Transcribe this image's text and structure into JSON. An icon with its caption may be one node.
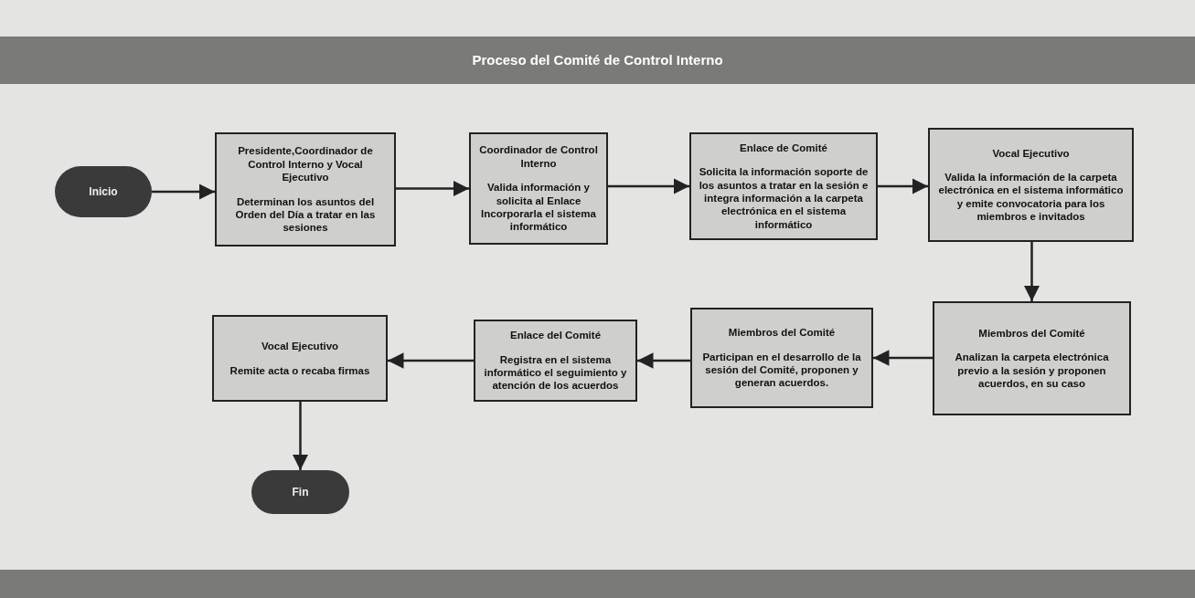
{
  "diagram": {
    "title": "Proceso del Comité de Control Interno",
    "nodes": [
      {
        "text": [
          "Inicio"
        ]
      },
      {
        "text": [
          "Presidente,Coordinador de Control Interno y Vocal Ejecutivo",
          "Determinan los asuntos del Orden del Día a tratar en las sesiones"
        ]
      },
      {
        "text": [
          "Coordinador de Control Interno",
          "Valida información y solicita al Enlace Incorporarla el sistema informático"
        ]
      },
      {
        "text": [
          "Enlace de Comité",
          "Solicita la información soporte de los asuntos a tratar en la sesión e integra información a la carpeta electrónica en el sistema informático"
        ]
      },
      {
        "text": [
          "Vocal Ejecutivo",
          "Valida la información de la carpeta electrónica en el sistema informático y emite convocatoria para los miembros e invitados"
        ]
      },
      {
        "text": [
          "Miembros del Comité",
          "Analizan la carpeta electrónica previo a la sesión y proponen acuerdos, en su caso"
        ]
      },
      {
        "text": [
          "Miembros del Comité",
          "Participan en el desarrollo de la sesión del Comité, proponen y generan acuerdos."
        ]
      },
      {
        "text": [
          "Enlace del Comité",
          "Registra en el sistema informático el seguimiento y atención de los acuerdos"
        ]
      },
      {
        "text": [
          "Vocal Ejecutivo",
          "Remite acta o recaba firmas"
        ]
      },
      {
        "text": [
          "Fin"
        ]
      }
    ],
    "edges": [
      {
        "from": 0,
        "to": 1,
        "arrow": "to"
      },
      {
        "from": 1,
        "to": 2,
        "arrow": "to"
      },
      {
        "from": 2,
        "to": 3,
        "arrow": "to"
      },
      {
        "from": 3,
        "to": 4,
        "arrow": "to"
      },
      {
        "from": 4,
        "to": 5,
        "arrow": "to"
      },
      {
        "from": 5,
        "to": 6,
        "arrow": "to"
      },
      {
        "from": 6,
        "to": 7,
        "arrow": "to"
      },
      {
        "from": 7,
        "to": 8,
        "arrow": "to"
      },
      {
        "from": 8,
        "to": 9,
        "arrow": "to"
      }
    ]
  }
}
